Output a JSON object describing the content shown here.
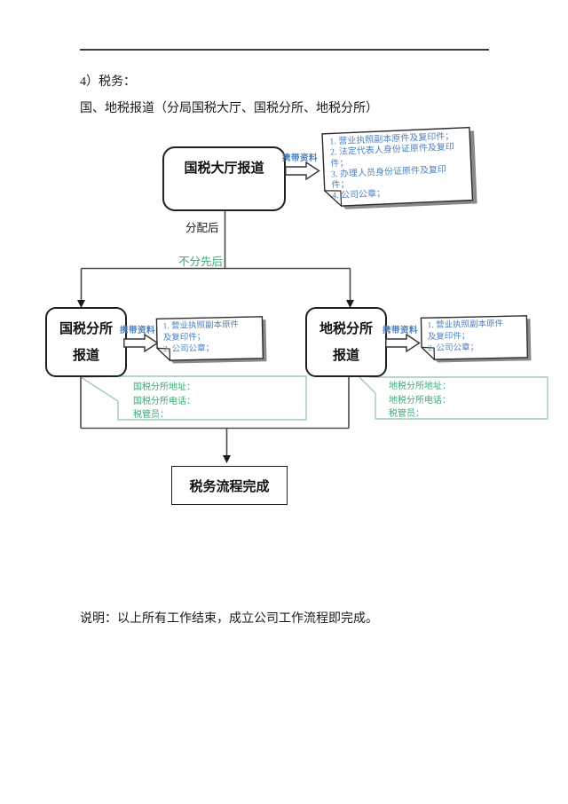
{
  "page": {
    "section_heading": "4）税务：",
    "subheading": "国、地税报道（分局国税大厅、国税分所、地税分所）",
    "footnote": "说明：以上所有工作结束，成立公司工作流程即完成。"
  },
  "flowchart": {
    "start_box": "国税大厅报道",
    "carry_label": "携带资料",
    "start_note": "1. 营业执照副本原件及复印件；\n2. 法定代表人身份证原件及复印\n件；\n3. 办理人员身份证原件及复印\n件；\n4. 公司公章；",
    "after_assign_label": "分配后",
    "no_order_label": "不分先后",
    "left_box": "国税分所\n报道",
    "right_box": "地税分所\n报道",
    "branch_note": "1. 营业执照副本原件\n及复印件；\n2. 公司公章；",
    "left_callout": "国税分所地址：\n国税分所电话：\n税管员：",
    "right_callout": "地税分所地址：\n地税分所电话：\n税管员：",
    "end_box": "税务流程完成"
  },
  "colors": {
    "note_text_blue": "#4F81BD",
    "annotation_green": "#3EA876",
    "callout_border_green": "#9CCDB2",
    "connector_gray": "#4A4A4A"
  }
}
